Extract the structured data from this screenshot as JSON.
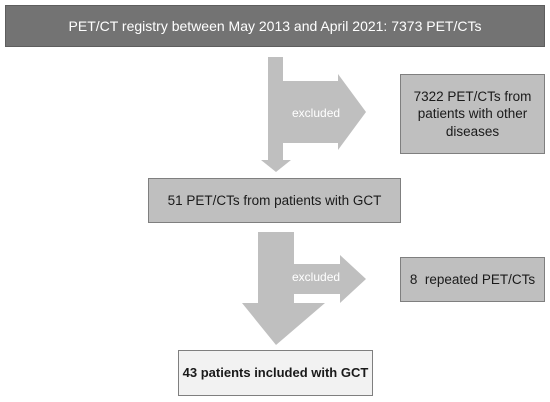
{
  "flowchart": {
    "top_box": "PET/CT registry between May 2013 and April 2021: 7373 PET/CTs",
    "excluded_1": {
      "label": "excluded",
      "lines": [
        "7322 PET/CTs from",
        "patients with other",
        "diseases"
      ]
    },
    "gct_box": "51 PET/CTs from patients with GCT",
    "excluded_2": {
      "label": "excluded",
      "text": "8  repeated PET/CTs"
    },
    "final_box": "43 patients included with GCT"
  },
  "colors": {
    "dark_box": "#737373",
    "mid_box": "#bfbfbf",
    "light_box": "#f2f2f2",
    "arrow": "#bfbfbf"
  }
}
